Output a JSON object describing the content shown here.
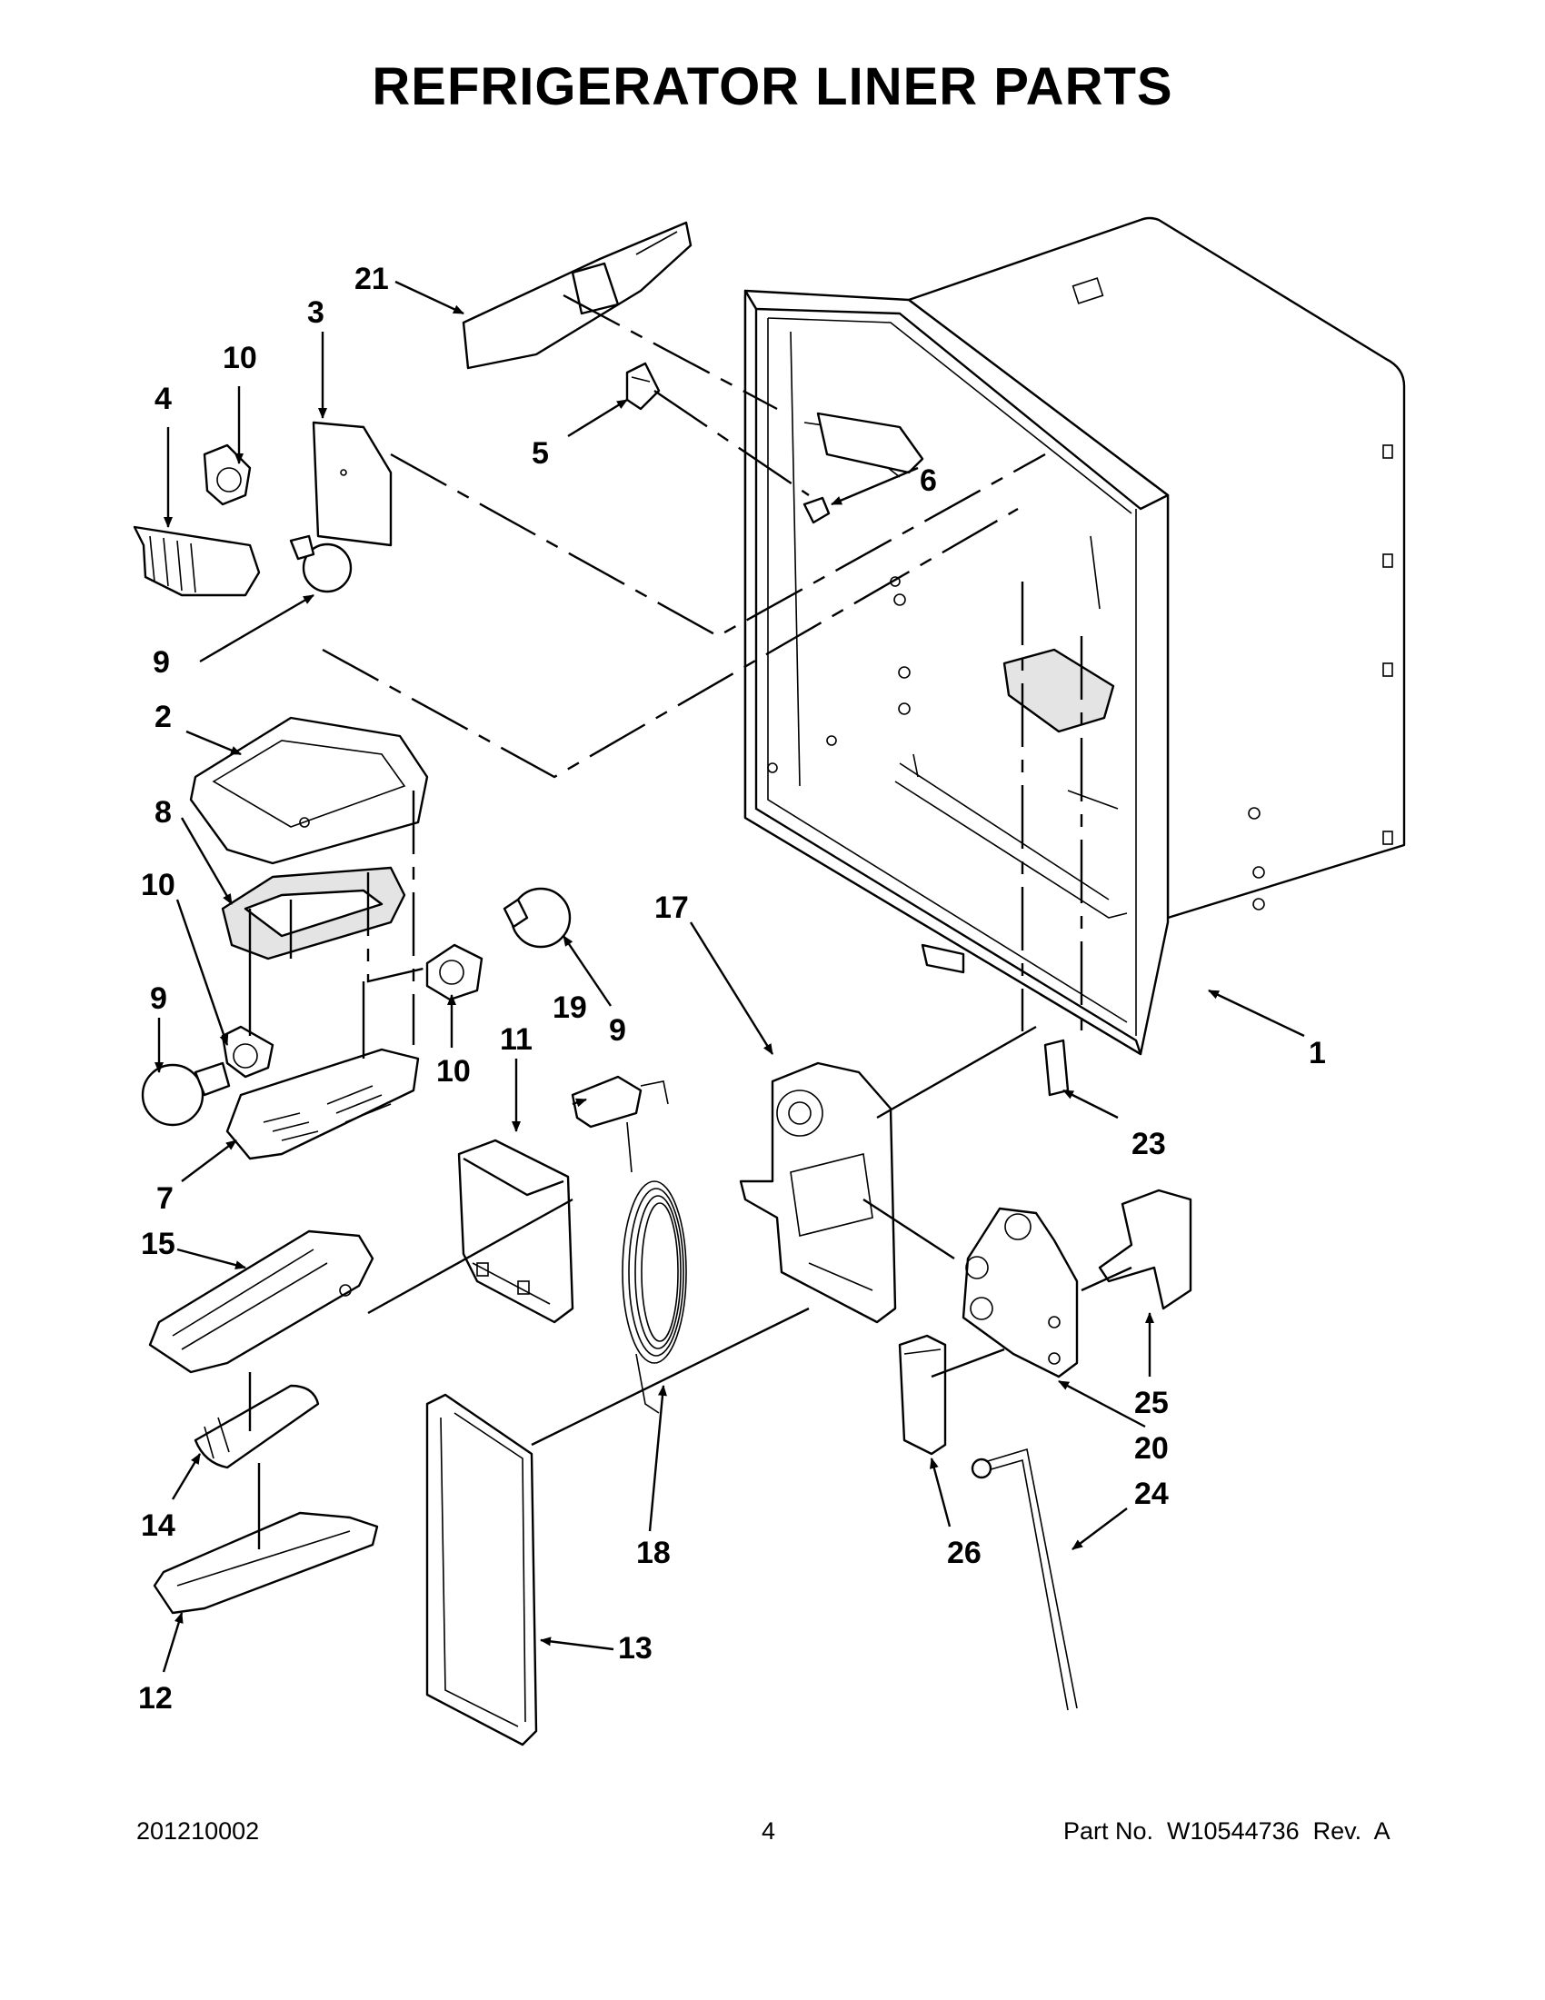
{
  "page": {
    "title": "REFRIGERATOR LINER PARTS",
    "footer_left": "201210002",
    "footer_page": "4",
    "footer_right": "Part No.  W10544736  Rev.  A"
  },
  "callouts": [
    "1",
    "2",
    "3",
    "4",
    "5",
    "6",
    "7",
    "8",
    "9",
    "9",
    "9",
    "10",
    "10",
    "10",
    "11",
    "12",
    "13",
    "14",
    "15",
    "17",
    "18",
    "19",
    "20",
    "21",
    "23",
    "24",
    "25",
    "26"
  ]
}
